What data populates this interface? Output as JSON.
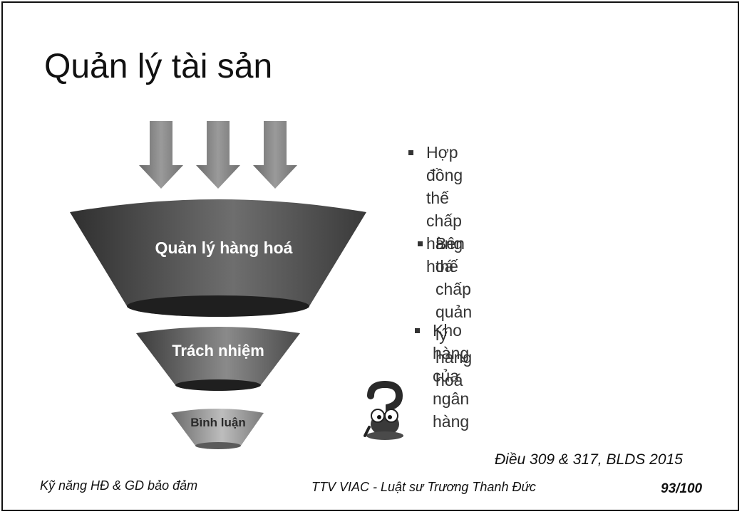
{
  "slide": {
    "title": "Quản lý tài sản",
    "funnel": {
      "levels": [
        {
          "label": "Quản lý hàng hoá"
        },
        {
          "label": "Trách nhiệm"
        },
        {
          "label": "Bình luận"
        }
      ],
      "arrows_icon": "down-arrow-icon",
      "mascot_icon": "question-mark-character-icon"
    },
    "bullets": [
      {
        "text": "Hợp đồng thế chấp hàng hoá"
      },
      {
        "line1": "Bên thế chấp quản lý hàng",
        "line2": "hoá"
      },
      {
        "text": "Kho hàng của ngân hàng"
      }
    ],
    "reference": "Điều 309 & 317, BLDS 2015",
    "footer": {
      "left": "Kỹ năng HĐ & GD bảo đảm",
      "center": "TTV VIAC - Luật sư Trương Thanh Đức",
      "page": "93/100"
    }
  }
}
